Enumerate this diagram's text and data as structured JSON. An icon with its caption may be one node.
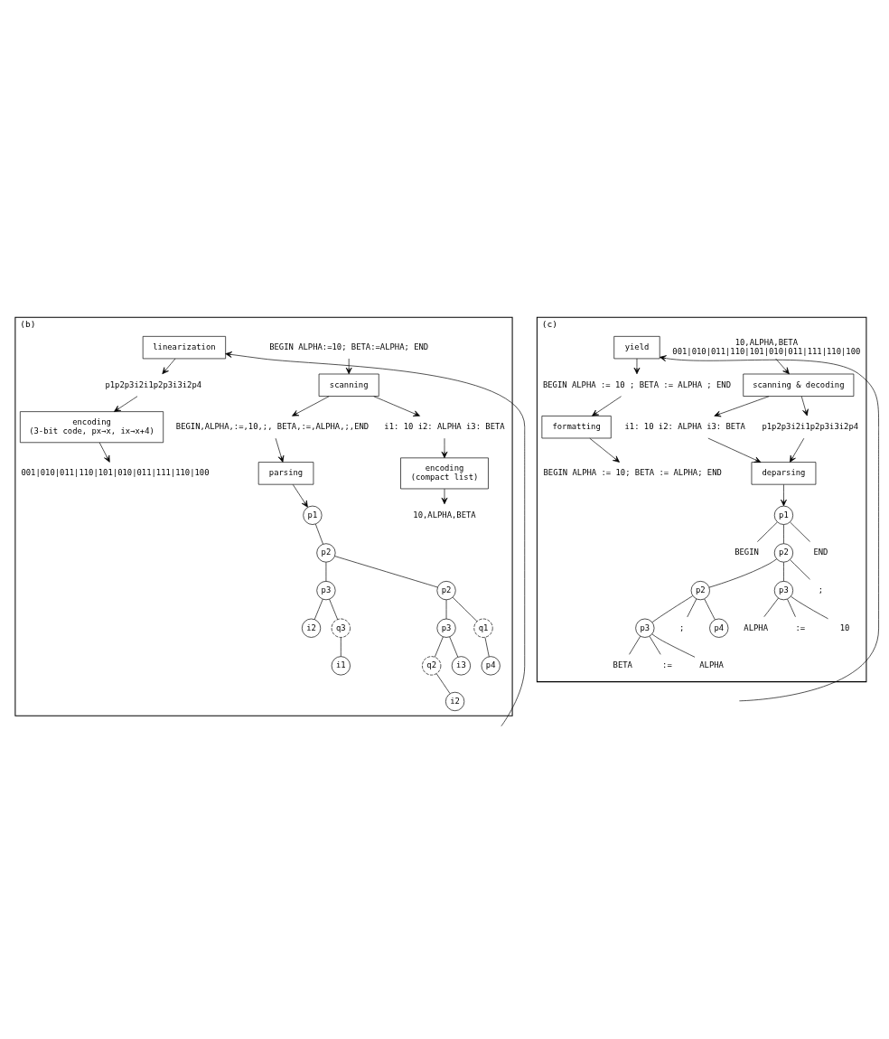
{
  "diagram": {
    "nodes": [
      {
        "text": [
          "(b)"
        ]
      },
      {
        "text": [
          "BEGIN ALPHA:=10; BETA:=ALPHA; END"
        ],
        "in": 0
      },
      {
        "text": [
          "scanning"
        ],
        "in": 0
      },
      {
        "text": [
          "BEGIN,ALPHA,:=,10,;, BETA,:=,ALPHA,;,END"
        ],
        "in": 0
      },
      {
        "text": [
          "i1: 10 i2: ALPHA i3: BETA"
        ],
        "in": 0
      },
      {
        "text": [
          "parsing"
        ],
        "in": 0
      },
      {
        "text": [
          "p1"
        ],
        "in": 0
      },
      {
        "text": [
          "p2"
        ],
        "in": 0
      },
      {
        "text": [
          "p3"
        ],
        "in": 0
      },
      {
        "text": [
          "p2"
        ],
        "in": 0
      },
      {
        "text": [
          "i2"
        ],
        "in": 0
      },
      {
        "text": [
          "q3"
        ],
        "in": 0
      },
      {
        "text": [
          "p3"
        ],
        "in": 0
      },
      {
        "text": [
          "q1"
        ],
        "in": 0
      },
      {
        "text": [
          "i1"
        ],
        "in": 0
      },
      {
        "text": [
          "i3"
        ],
        "in": 0
      },
      {
        "text": [
          "q2"
        ],
        "in": 0
      },
      {
        "text": [
          "p4"
        ],
        "in": 0
      },
      {
        "text": [
          "i2"
        ],
        "in": 0
      },
      {
        "text": [
          "linearization"
        ],
        "in": 0
      },
      {
        "text": [
          "p1p2p3i2i1p2p3i3i2p4"
        ],
        "in": 0
      },
      {
        "text": [
          "encoding",
          "(3-bit code, px→x, ix→x+4)"
        ],
        "in": 0
      },
      {
        "text": [
          "encoding",
          "(compact list)"
        ],
        "in": 0
      },
      {
        "text": [
          "001|010|011|110|101|010|011|111|110|100"
        ],
        "in": 0
      },
      {
        "text": [
          "10,ALPHA,BETA"
        ],
        "in": 0
      },
      {
        "text": [
          "(c)"
        ]
      },
      {
        "text": [
          "10,ALPHA,BETA",
          "001|010|011|110|101|010|011|111|110|100"
        ],
        "in": 25
      },
      {
        "text": [
          "scanning & decoding"
        ],
        "in": 25
      },
      {
        "text": [
          "i1: 10 i2: ALPHA i3: BETA"
        ],
        "in": 25
      },
      {
        "text": [
          "p1p2p3i2i1p2p3i3i2p4"
        ],
        "in": 25
      },
      {
        "text": [
          "deparsing"
        ],
        "in": 25
      },
      {
        "text": [
          "p1"
        ],
        "in": 25
      },
      {
        "text": [
          "BEGIN"
        ],
        "in": 25
      },
      {
        "text": [
          "p2"
        ],
        "in": 25
      },
      {
        "text": [
          "END"
        ],
        "in": 25
      },
      {
        "text": [
          "p3"
        ],
        "in": 25
      },
      {
        "text": [
          ";"
        ],
        "in": 25
      },
      {
        "text": [
          "p2"
        ],
        "in": 25
      },
      {
        "text": [
          "ALPHA"
        ],
        "in": 25
      },
      {
        "text": [
          ":="
        ],
        "in": 25
      },
      {
        "text": [
          "10"
        ],
        "in": 25
      },
      {
        "text": [
          "p3"
        ],
        "in": 25
      },
      {
        "text": [
          ";"
        ],
        "in": 25
      },
      {
        "text": [
          "p4"
        ],
        "in": 25
      },
      {
        "text": [
          "BETA"
        ],
        "in": 25
      },
      {
        "text": [
          ":="
        ],
        "in": 25
      },
      {
        "text": [
          "ALPHA"
        ],
        "in": 25
      },
      {
        "text": [
          "yield"
        ],
        "in": 25
      },
      {
        "text": [
          "BEGIN ALPHA := 10 ; BETA := ALPHA ; END"
        ],
        "in": 25
      },
      {
        "text": [
          "formatting"
        ],
        "in": 25
      },
      {
        "text": [
          "BEGIN ALPHA := 10; BETA := ALPHA; END"
        ],
        "in": 25
      }
    ],
    "edges": [
      {
        "from": 1,
        "to": 2,
        "arrow": "to"
      },
      {
        "from": 2,
        "to": 3,
        "arrow": "to"
      },
      {
        "from": 2,
        "to": 4,
        "arrow": "to"
      },
      {
        "from": 3,
        "to": 5,
        "arrow": "to"
      },
      {
        "from": 5,
        "to": 6,
        "arrow": "to"
      },
      {
        "from": 6,
        "to": 7,
        "arrow": "none"
      },
      {
        "from": 7,
        "to": 8,
        "arrow": "none"
      },
      {
        "from": 7,
        "to": 9,
        "arrow": "none"
      },
      {
        "from": 8,
        "to": 10,
        "arrow": "none"
      },
      {
        "from": 8,
        "to": 11,
        "arrow": "none"
      },
      {
        "from": 9,
        "to": 12,
        "arrow": "none"
      },
      {
        "from": 9,
        "to": 13,
        "arrow": "none"
      },
      {
        "from": 11,
        "to": 14,
        "arrow": "none"
      },
      {
        "from": 12,
        "to": 15,
        "arrow": "none"
      },
      {
        "from": 12,
        "to": 16,
        "arrow": "none"
      },
      {
        "from": 13,
        "to": 17,
        "arrow": "none"
      },
      {
        "from": 16,
        "to": 18,
        "arrow": "none"
      },
      {
        "from": null,
        "to": 19,
        "arrow": "to"
      },
      {
        "from": 19,
        "to": 20,
        "arrow": "to"
      },
      {
        "from": 20,
        "to": 21,
        "arrow": "to"
      },
      {
        "from": 21,
        "to": 23,
        "arrow": "to"
      },
      {
        "from": 4,
        "to": 22,
        "arrow": "to"
      },
      {
        "from": 22,
        "to": 24,
        "arrow": "to"
      },
      {
        "from": 26,
        "to": 27,
        "arrow": "to"
      },
      {
        "from": 27,
        "to": 28,
        "arrow": "to"
      },
      {
        "from": 27,
        "to": 29,
        "arrow": "to"
      },
      {
        "from": 28,
        "to": 30,
        "arrow": "to"
      },
      {
        "from": 29,
        "to": 30,
        "arrow": "to"
      },
      {
        "from": 30,
        "to": 31,
        "arrow": "to"
      },
      {
        "from": 31,
        "to": 32,
        "arrow": "none"
      },
      {
        "from": 31,
        "to": 33,
        "arrow": "none"
      },
      {
        "from": 31,
        "to": 34,
        "arrow": "none"
      },
      {
        "from": 33,
        "to": 35,
        "arrow": "none"
      },
      {
        "from": 33,
        "to": 36,
        "arrow": "none"
      },
      {
        "from": 33,
        "to": 37,
        "arrow": "none"
      },
      {
        "from": 35,
        "to": 38,
        "arrow": "none"
      },
      {
        "from": 35,
        "to": 39,
        "arrow": "none"
      },
      {
        "from": 35,
        "to": 40,
        "arrow": "none"
      },
      {
        "from": 37,
        "to": 41,
        "arrow": "none"
      },
      {
        "from": 37,
        "to": 42,
        "arrow": "none"
      },
      {
        "from": 37,
        "to": 43,
        "arrow": "none"
      },
      {
        "from": 41,
        "to": 44,
        "arrow": "none"
      },
      {
        "from": 41,
        "to": 45,
        "arrow": "none"
      },
      {
        "from": 41,
        "to": 46,
        "arrow": "none"
      },
      {
        "from": null,
        "to": 47,
        "arrow": "to"
      },
      {
        "from": 47,
        "to": 48,
        "arrow": "to"
      },
      {
        "from": 48,
        "to": 49,
        "arrow": "to"
      },
      {
        "from": 49,
        "to": 50,
        "arrow": "to"
      }
    ]
  }
}
